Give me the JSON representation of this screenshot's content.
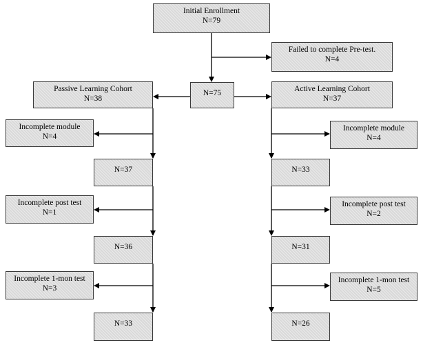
{
  "initial": {
    "label": "Initial Enrollment",
    "n": "N=79"
  },
  "failed_pretest": {
    "label": "Failed to complete Pre-test.",
    "n": "N=4"
  },
  "after_pretest": {
    "n": "N=75"
  },
  "passive": {
    "label": "Passive Learning Cohort",
    "n": "N=38",
    "excl_module": {
      "label": "Incomplete module",
      "n": "N=4"
    },
    "after_module": {
      "n": "N=37"
    },
    "excl_post": {
      "label": "Incomplete post test",
      "n": "N=1"
    },
    "after_post": {
      "n": "N=36"
    },
    "excl_1mon": {
      "label": "Incomplete 1-mon test",
      "n": "N=3"
    },
    "final": {
      "n": "N=33"
    }
  },
  "active": {
    "label": "Active Learning Cohort",
    "n": "N=37",
    "excl_module": {
      "label": "Incomplete module",
      "n": "N=4"
    },
    "after_module": {
      "n": "N=33"
    },
    "excl_post": {
      "label": "Incomplete post test",
      "n": "N=2"
    },
    "after_post": {
      "n": "N=31"
    },
    "excl_1mon": {
      "label": "Incomplete 1-mon test",
      "n": "N=5"
    },
    "final": {
      "n": "N=26"
    }
  },
  "colors": {
    "box_fill": "#d9d9d9",
    "border": "#3a3a3a",
    "line": "#000000"
  }
}
